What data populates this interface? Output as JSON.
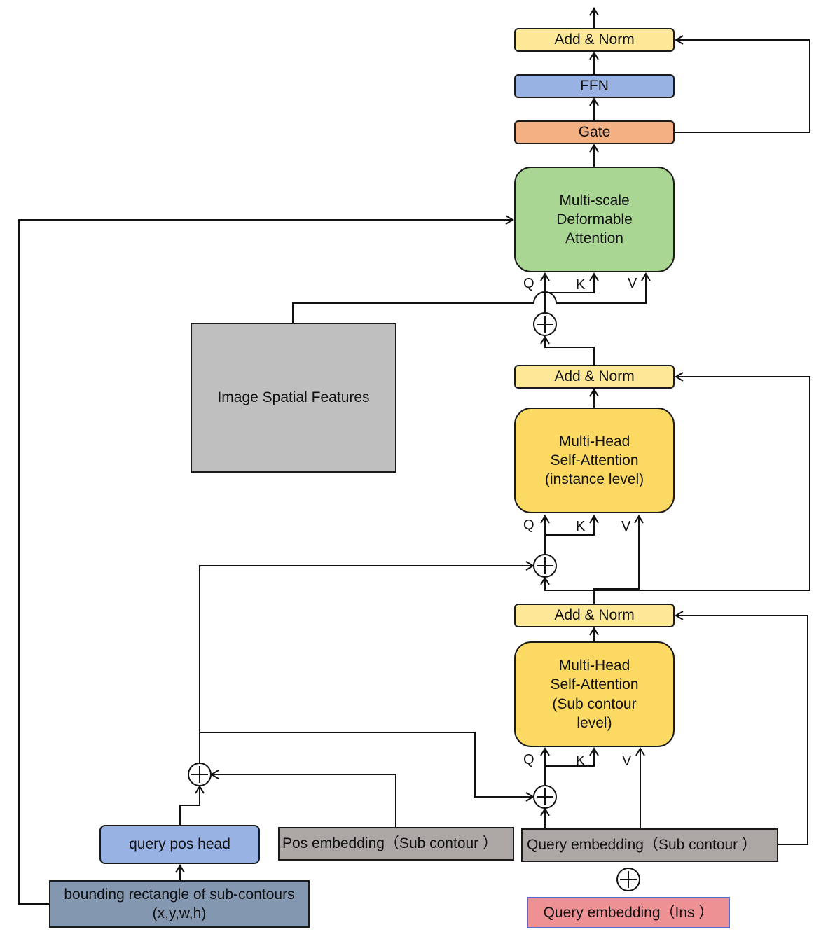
{
  "blocks": {
    "top_add_norm": "Add & Norm",
    "ffn": "FFN",
    "gate": "Gate",
    "msda": [
      "Multi-scale",
      "Deformable",
      "Attention"
    ],
    "mid_add_norm": "Add & Norm",
    "mhsa_instance": [
      "Multi-Head",
      "Self-Attention",
      "(instance level)"
    ],
    "low_add_norm": "Add & Norm",
    "mhsa_sub": [
      "Multi-Head",
      "Self-Attention",
      "(Sub contour",
      "level)"
    ],
    "image_features": "Image Spatial Features",
    "query_pos_head": "query pos head",
    "pos_embedding": "Pos embedding（Sub contour ）",
    "query_embedding_sub": "Query embedding（Sub contour ）",
    "query_embedding_ins": "Query embedding（Ins ）",
    "bounding_rect": [
      "bounding rectangle of sub-contours",
      "(x,y,w,h)"
    ]
  },
  "ports": {
    "q": "Q",
    "k": "K",
    "v": "V"
  },
  "colors": {
    "add_norm": "#fce897",
    "ffn": "#97b2e3",
    "gate": "#f2b083",
    "msda": "#a9d692",
    "mhsa": "#fbd963",
    "image_features": "#bfbfbf",
    "embedding": "#aca7a5",
    "query_ins": "#ee9195",
    "bounding": "#8497b0"
  }
}
